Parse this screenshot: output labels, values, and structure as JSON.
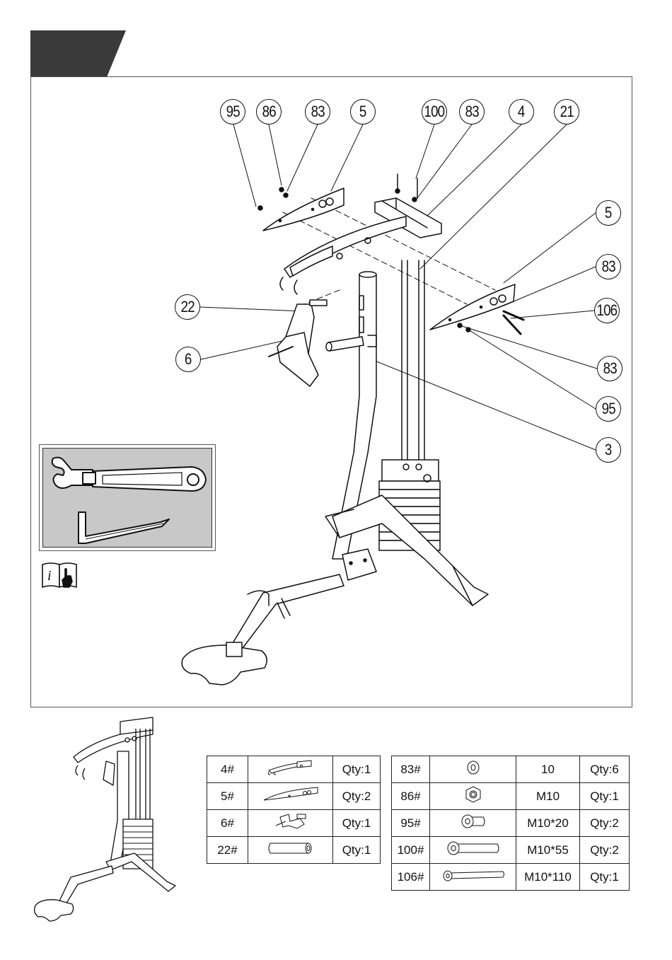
{
  "callouts_top": [
    "95",
    "86",
    "83",
    "5",
    "100",
    "83",
    "4",
    "21"
  ],
  "callouts_right": [
    "5",
    "83",
    "106",
    "83",
    "95",
    "3"
  ],
  "callouts_left": [
    "22",
    "6"
  ],
  "tools": {
    "wrench": "adjustable-wrench-icon",
    "hex_key": "hex-key-icon",
    "info": "info-manual-icon"
  },
  "parts_left": [
    {
      "num": "4#",
      "icon": "top-frame-icon",
      "qty": "Qty:1"
    },
    {
      "num": "5#",
      "icon": "pulley-plate-icon",
      "qty": "Qty:2"
    },
    {
      "num": "6#",
      "icon": "pulley-bracket-icon",
      "qty": "Qty:1"
    },
    {
      "num": "22#",
      "icon": "sleeve-icon",
      "qty": "Qty:1"
    }
  ],
  "parts_right": [
    {
      "num": "83#",
      "icon": "washer-icon",
      "size": "10",
      "qty": "Qty:6"
    },
    {
      "num": "86#",
      "icon": "nut-icon",
      "size": "M10",
      "qty": "Qty:1"
    },
    {
      "num": "95#",
      "icon": "short-bolt-icon",
      "size": "M10*20",
      "qty": "Qty:2"
    },
    {
      "num": "100#",
      "icon": "medium-bolt-icon",
      "size": "M10*55",
      "qty": "Qty:2"
    },
    {
      "num": "106#",
      "icon": "long-bolt-icon",
      "size": "M10*110",
      "qty": "Qty:1"
    }
  ]
}
